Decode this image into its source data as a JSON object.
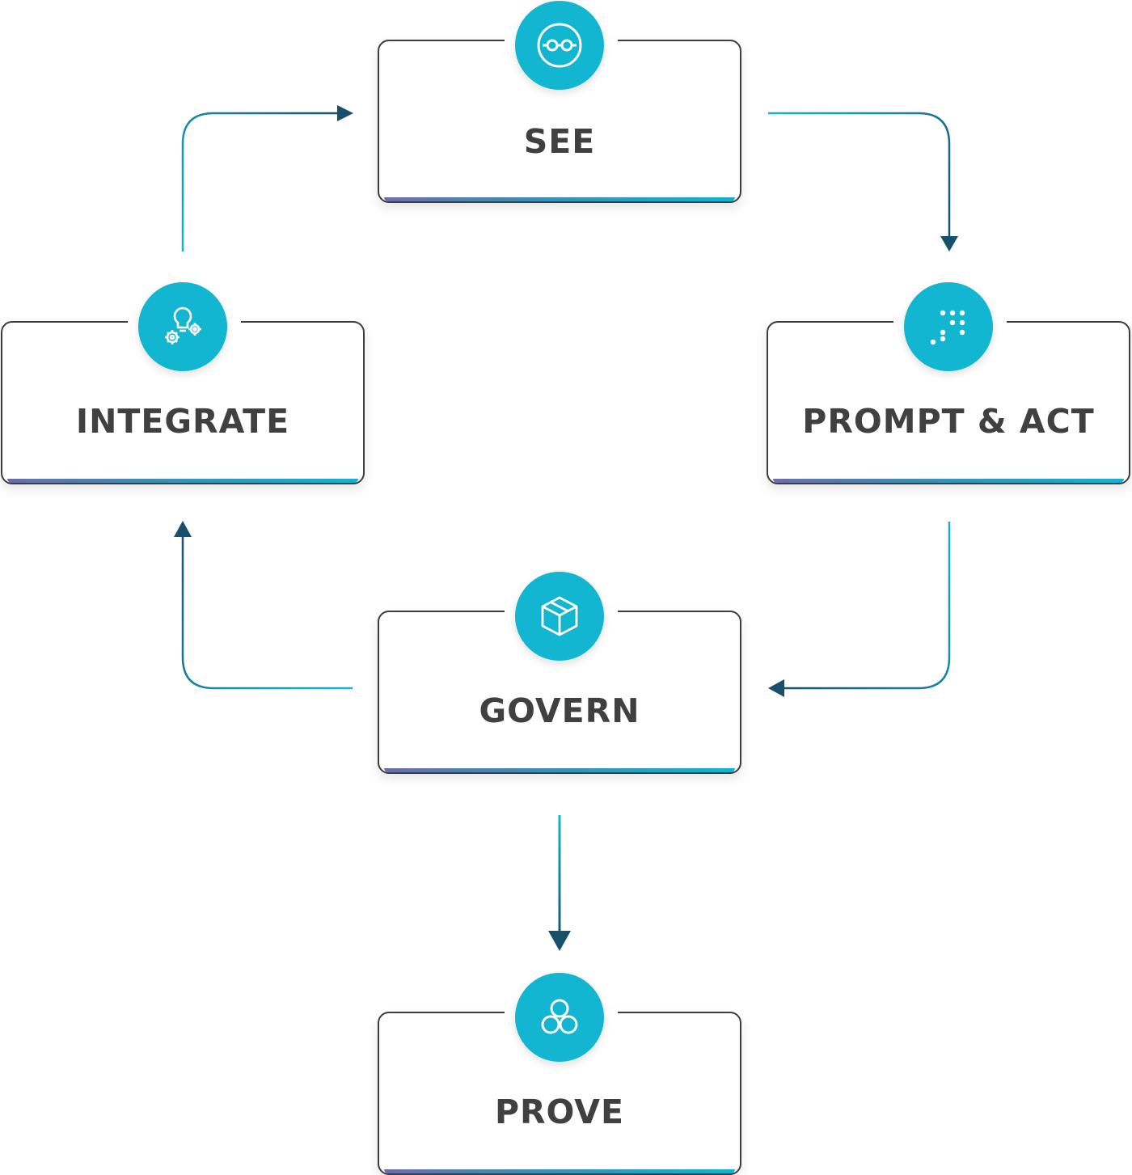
{
  "diagram": {
    "nodes": [
      {
        "id": "see",
        "label": "SEE",
        "icon": "glasses-icon"
      },
      {
        "id": "prompt_act",
        "label": "PROMPT & ACT",
        "icon": "dot-grid-icon"
      },
      {
        "id": "govern",
        "label": "GOVERN",
        "icon": "cube-icon"
      },
      {
        "id": "integrate",
        "label": "INTEGRATE",
        "icon": "lightbulb-gears-icon"
      },
      {
        "id": "prove",
        "label": "PROVE",
        "icon": "three-circles-icon"
      }
    ],
    "edges": [
      {
        "from": "see",
        "to": "prompt_act"
      },
      {
        "from": "prompt_act",
        "to": "govern"
      },
      {
        "from": "govern",
        "to": "integrate"
      },
      {
        "from": "integrate",
        "to": "see"
      },
      {
        "from": "govern",
        "to": "prove"
      }
    ]
  },
  "colors": {
    "accent": "#12b6d1",
    "arrow_dark": "#16506b",
    "text": "#404040",
    "border": "#3d3d3d"
  }
}
